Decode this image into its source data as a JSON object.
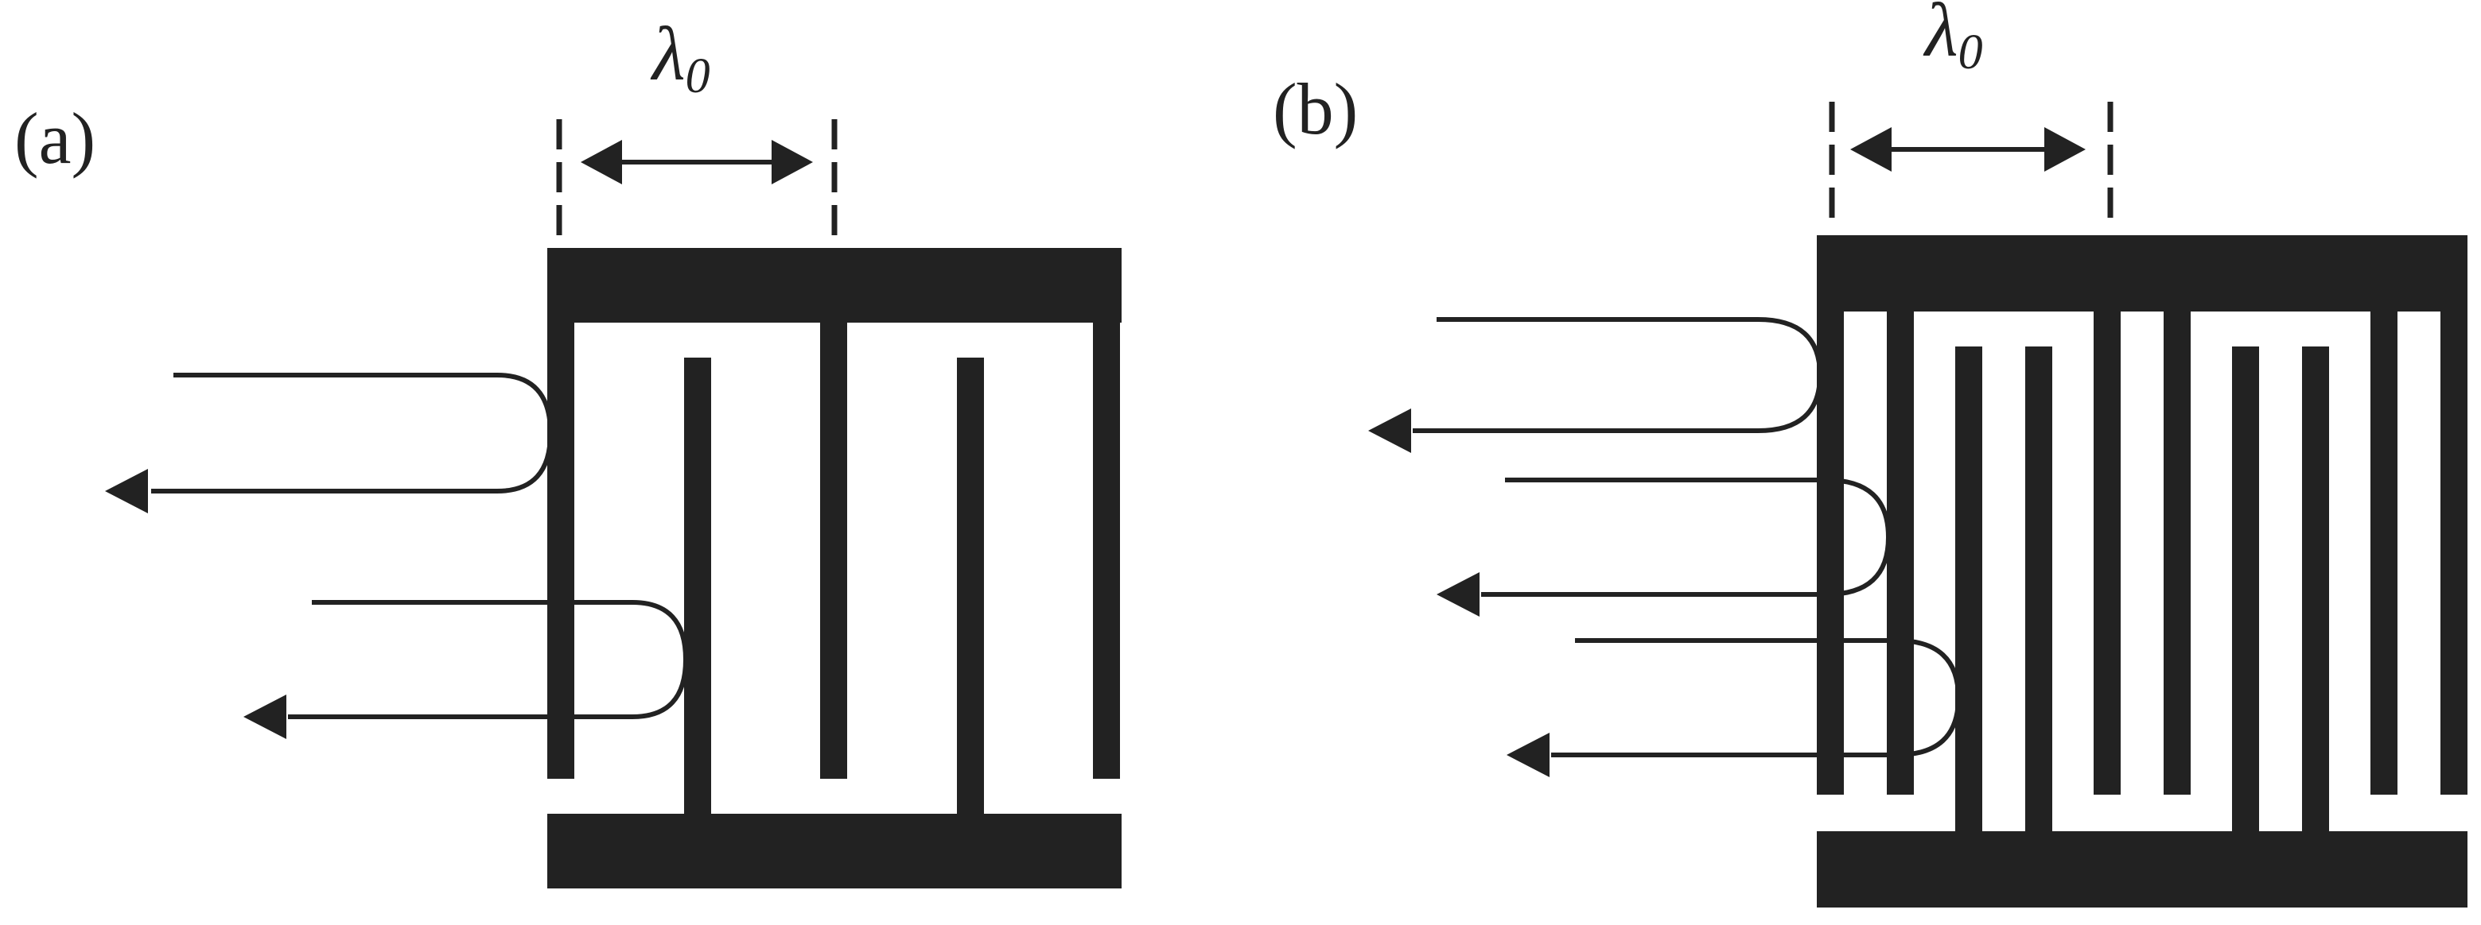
{
  "panels": [
    {
      "id": "a",
      "label": "(a)",
      "dimension_symbol": "λ",
      "dimension_subscript": "0"
    },
    {
      "id": "b",
      "label": "(b)",
      "dimension_symbol": "λ",
      "dimension_subscript": "0"
    }
  ],
  "colors": {
    "ink": "#222222",
    "background": "#ffffff"
  }
}
